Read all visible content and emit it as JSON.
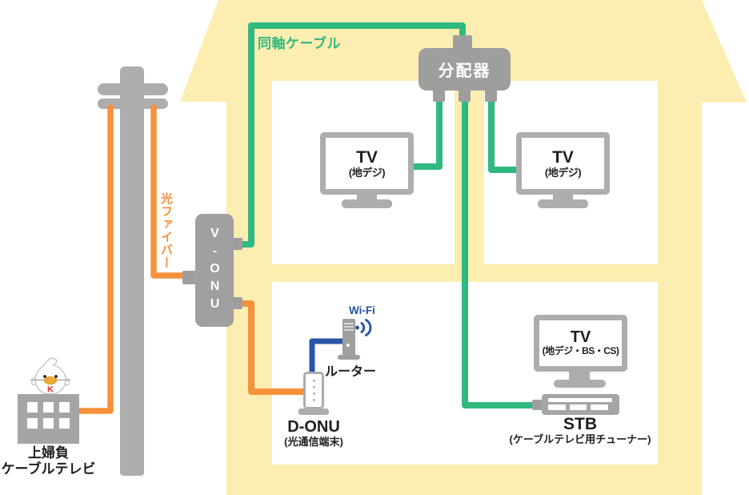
{
  "cables": {
    "coax_label": "同軸ケーブル",
    "fiber_label": "光ファイバー"
  },
  "headend": {
    "name_line1": "上婦負",
    "name_line2": "ケーブルテレビ",
    "mascot_letter": "K"
  },
  "devices": {
    "splitter": {
      "label": "分配器"
    },
    "vonu": {
      "label": "V-ONU"
    },
    "tv_top_left": {
      "title": "TV",
      "subtitle": "(地デジ)"
    },
    "tv_top_right": {
      "title": "TV",
      "subtitle": "(地デジ)"
    },
    "tv_bottom": {
      "title": "TV",
      "subtitle": "(地デジ・BS・CS)"
    },
    "stb": {
      "title": "STB",
      "subtitle": "(ケーブルテレビ用チューナー)"
    },
    "donu": {
      "title": "D-ONU",
      "subtitle": "(光通信端末)"
    },
    "router": {
      "label": "ルーター",
      "wifi_label": "Wi-Fi"
    }
  },
  "colors": {
    "house_yellow": "#FCEDB1",
    "coax_green": "#2FB981",
    "fiber_orange": "#F7913C",
    "lan_blue": "#2B56A8",
    "device_gray": "#A5A5A5",
    "mascot_letter_red": "#E5332D"
  },
  "connections": [
    {
      "from": "上婦負ケーブルテレビ",
      "to": "V-ONU",
      "cable": "光ファイバー"
    },
    {
      "from": "V-ONU",
      "to": "分配器",
      "cable": "同軸ケーブル"
    },
    {
      "from": "分配器",
      "to": "TV(地デジ)",
      "cable": "同軸ケーブル"
    },
    {
      "from": "分配器",
      "to": "TV(地デジ)",
      "cable": "同軸ケーブル"
    },
    {
      "from": "分配器",
      "to": "STB(ケーブルテレビ用チューナー)",
      "cable": "同軸ケーブル"
    },
    {
      "from": "V-ONU",
      "to": "D-ONU(光通信端末)",
      "cable": "光ファイバー"
    },
    {
      "from": "D-ONU",
      "to": "ルーター"
    }
  ]
}
